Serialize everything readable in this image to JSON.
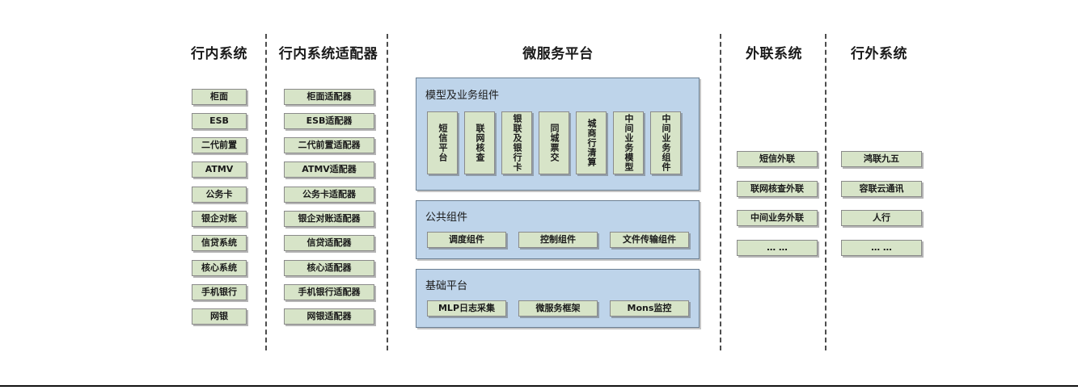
{
  "diagram": {
    "columns": [
      {
        "id": "in-bank-systems",
        "title": "行内系统",
        "items": [
          "柜面",
          "ESB",
          "二代前置",
          "ATMV",
          "公务卡",
          "银企对账",
          "信贷系统",
          "核心系统",
          "手机银行",
          "网银"
        ]
      },
      {
        "id": "in-bank-adapters",
        "title": "行内系统适配器",
        "items": [
          "柜面适配器",
          "ESB适配器",
          "二代前置适配器",
          "ATMV适配器",
          "公务卡适配器",
          "银企对账适配器",
          "信贷适配器",
          "核心适配器",
          "手机银行适配器",
          "网银适配器"
        ]
      },
      {
        "id": "microservice-platform",
        "title": "微服务平台",
        "panels": [
          {
            "id": "model-business-components",
            "label": "模型及业务组件",
            "orientation": "vertical",
            "items": [
              "短信平台",
              "联网核查",
              "银联及银行卡",
              "同城票交",
              "城商行清算",
              "中间业务模型",
              "中间业务组件"
            ]
          },
          {
            "id": "public-components",
            "label": "公共组件",
            "orientation": "horizontal",
            "items": [
              "调度组件",
              "控制组件",
              "文件传输组件"
            ]
          },
          {
            "id": "base-platform",
            "label": "基础平台",
            "orientation": "horizontal",
            "items": [
              "MLP日志采集",
              "微服务框架",
              "Mons监控"
            ]
          }
        ]
      },
      {
        "id": "external-link-systems",
        "title": "外联系统",
        "items": [
          "短信外联",
          "联网核查外联",
          "中间业务外联",
          "… …"
        ]
      },
      {
        "id": "out-of-bank-systems",
        "title": "行外系统",
        "items": [
          "鸿联九五",
          "容联云通讯",
          "人行",
          "… …"
        ]
      }
    ],
    "colors": {
      "node_fill": "#d7e4c8",
      "node_border": "#8a8a8a",
      "panel_fill": "#bed4ea",
      "panel_border": "#6b7f92",
      "divider": "#4d4d4d",
      "text": "#1a1a1a",
      "background": "#ffffff"
    }
  }
}
